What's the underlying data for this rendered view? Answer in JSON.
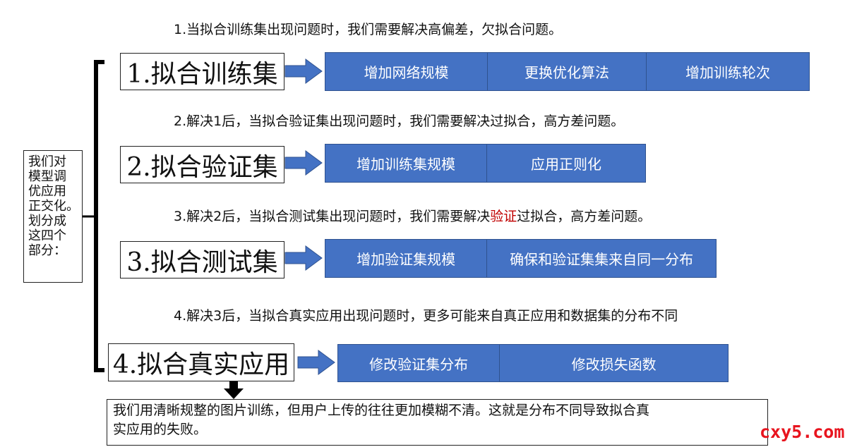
{
  "side_label": [
    "我们对",
    "模型调",
    "优应用",
    "正交化。",
    "划分成",
    "这四个",
    "部分："
  ],
  "stages": [
    {
      "label": "1.拟合训练集",
      "desc_parts": [
        "1.当拟合训练集出现问题时，我们需要解决高偏差，欠拟合问题。"
      ],
      "actions": [
        "增加网络规模",
        "更换优化算法",
        "增加训练轮次"
      ]
    },
    {
      "label": "2.拟合验证集",
      "desc_parts": [
        "2.解决1后，当拟合验证集出现问题时，我们需要解决过拟合，高方差问题。"
      ],
      "actions": [
        "增加训练集规模",
        "应用正则化"
      ]
    },
    {
      "label": "3.拟合测试集",
      "desc_parts": [
        "3.解决2后，当拟合测试集出现问题时，我们需要解决",
        "验证",
        "过拟合，高方差问题。"
      ],
      "actions": [
        "增加验证集规模",
        "确保和验证集集来自同一分布"
      ]
    },
    {
      "label": "4.拟合真实应用",
      "desc_parts": [
        "4.解决3后，当拟合真实应用出现问题时，更多可能来自真正应用和数据集的分布不同"
      ],
      "actions": [
        "修改验证集分布",
        "修改损失函数"
      ]
    }
  ],
  "note": {
    "line1": "我们用清晰规整的图片训练，但用户上传的往往更加模糊不清。这就是分布不同导致拟合真",
    "line2": "实应用的失败。"
  },
  "watermark": "cxy5.com",
  "colors": {
    "action_fill": "#4472c4",
    "action_border": "#2f528f",
    "highlight": "#c00000",
    "watermark": "#e8141e"
  }
}
